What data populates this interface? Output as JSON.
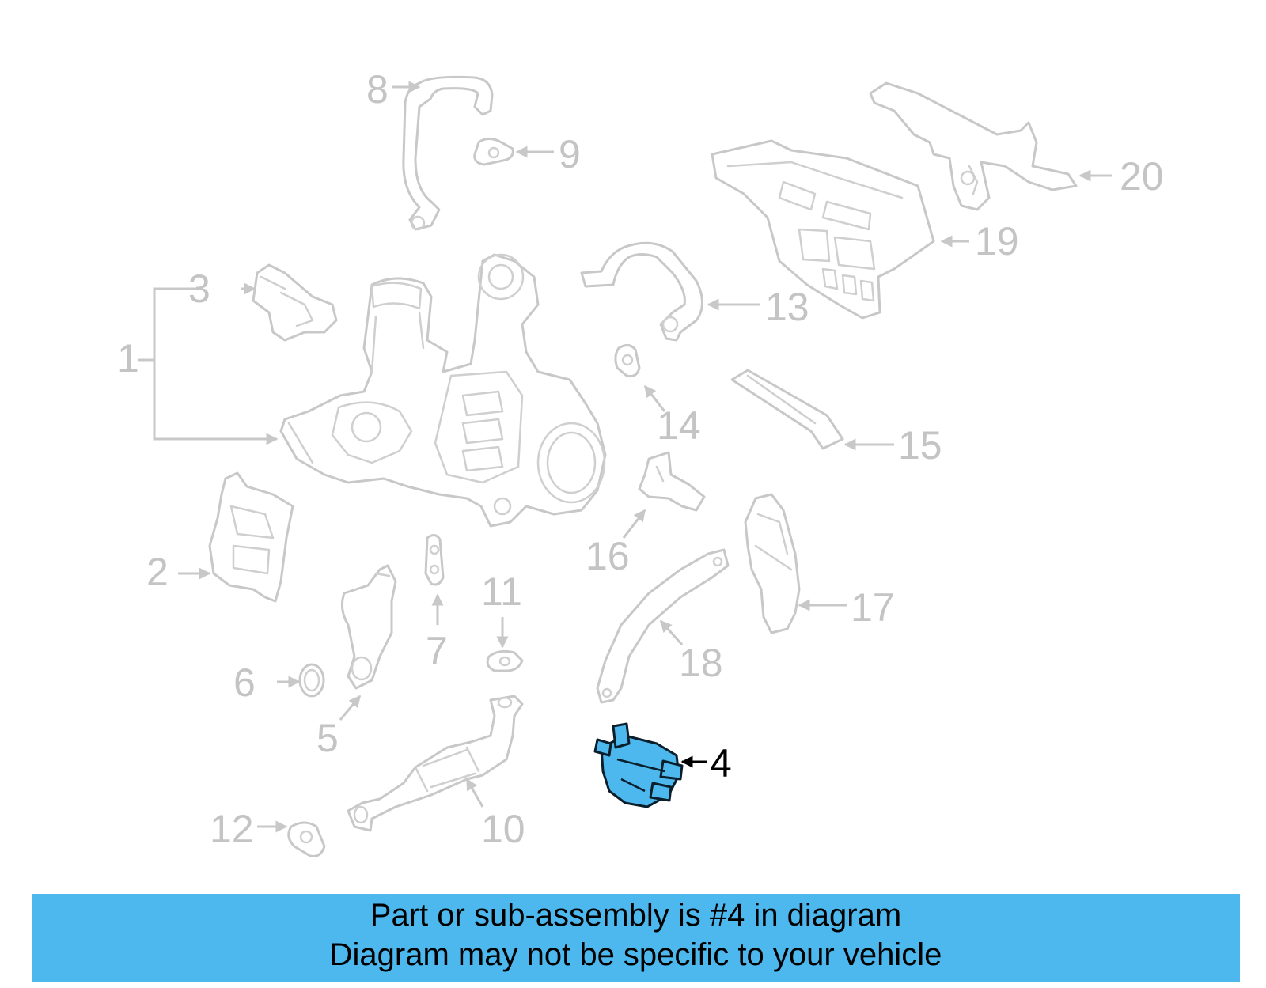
{
  "callouts": {
    "c1": "1",
    "c2": "2",
    "c3": "3",
    "c4": "4",
    "c5": "5",
    "c6": "6",
    "c7": "7",
    "c8": "8",
    "c9": "9",
    "c10": "10",
    "c11": "11",
    "c12": "12",
    "c13": "13",
    "c14": "14",
    "c15": "15",
    "c16": "16",
    "c17": "17",
    "c18": "18",
    "c19": "19",
    "c20": "20"
  },
  "highlight_part": "4",
  "colors": {
    "highlight": "#4cb8ee",
    "part_lines": "#c8c8c8",
    "banner": "#4cb8ee"
  },
  "banner": {
    "line1": "Part or sub-assembly is #4 in diagram",
    "line2": "Diagram may not be specific to your vehicle"
  }
}
